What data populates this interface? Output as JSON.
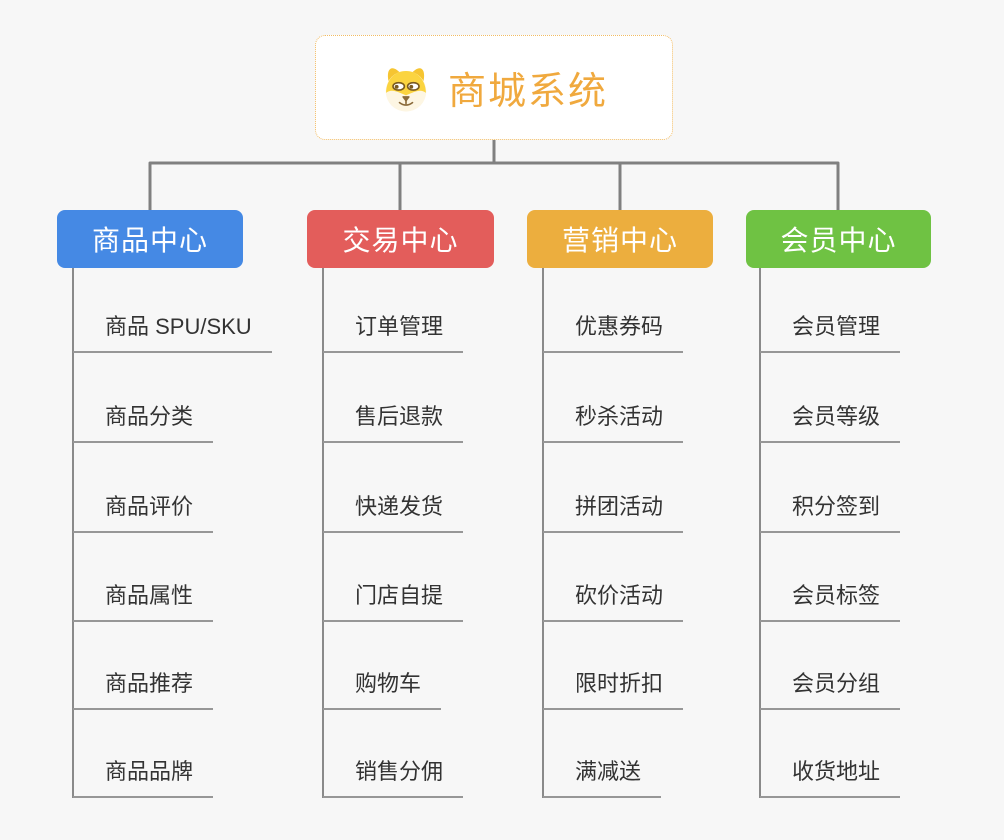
{
  "page": {
    "background_color": "#f7f7f7",
    "connector_color": "#808080",
    "underline_color": "#979797"
  },
  "root": {
    "title": "商城系统",
    "icon": "dog-face-icon",
    "text_color": "#f0a93e",
    "border_color": "#f2bc63"
  },
  "branches": [
    {
      "label": "商品中心",
      "color": "#4589e4",
      "items": [
        "商品 SPU/SKU",
        "商品分类",
        "商品评价",
        "商品属性",
        "商品推荐",
        "商品品牌"
      ]
    },
    {
      "label": "交易中心",
      "color": "#e35d5b",
      "items": [
        "订单管理",
        "售后退款",
        "快递发货",
        "门店自提",
        "购物车",
        "销售分佣"
      ]
    },
    {
      "label": "营销中心",
      "color": "#ecae3e",
      "items": [
        "优惠券码",
        "秒杀活动",
        "拼团活动",
        "砍价活动",
        "限时折扣",
        "满减送"
      ]
    },
    {
      "label": "会员中心",
      "color": "#6fc243",
      "items": [
        "会员管理",
        "会员等级",
        "积分签到",
        "会员标签",
        "会员分组",
        "收货地址"
      ]
    }
  ]
}
